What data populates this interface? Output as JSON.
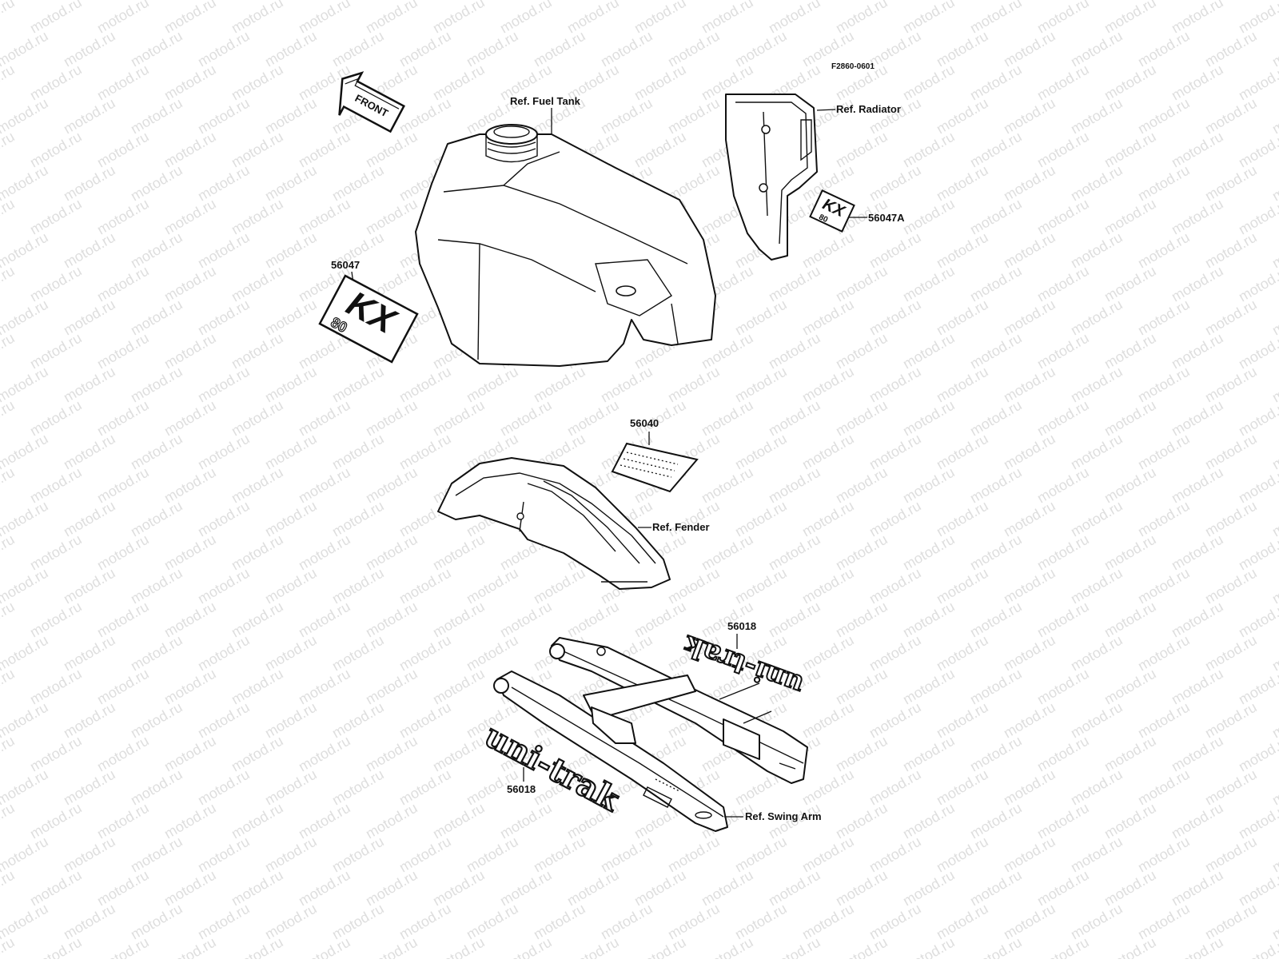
{
  "diagram_code": "F2860-0601",
  "front_arrow_text": "FRONT",
  "watermark_text": "motod.ru",
  "labels": {
    "fuel_tank": "Ref. Fuel Tank",
    "radiator": "Ref. Radiator",
    "fender": "Ref. Fender",
    "swing_arm": "Ref. Swing Arm",
    "part_56047": "56047",
    "part_56047a": "56047A",
    "part_56040": "56040",
    "part_56018_top": "56018",
    "part_56018_bottom": "56018"
  },
  "decals": {
    "kx_text": "KX",
    "model_text": "80",
    "unitrak_text": "uni-trak",
    "unitrak_top_text": "uni-trak"
  }
}
